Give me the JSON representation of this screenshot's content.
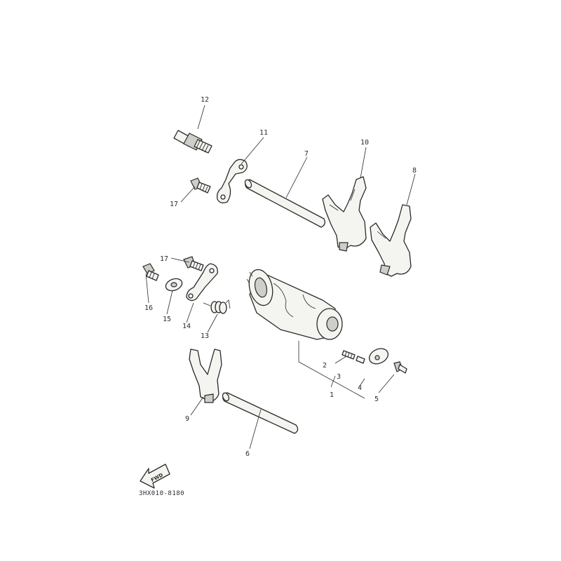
{
  "labels": {
    "p1": "1",
    "p2": "2",
    "p3": "3",
    "p4": "4",
    "p5": "5",
    "p6": "6",
    "p7": "7",
    "p8": "8",
    "p9": "9",
    "p10": "10",
    "p11": "11",
    "p12": "12",
    "p13": "13",
    "p14": "14",
    "p15": "15",
    "p16": "16",
    "p17a": "17",
    "p17b": "17"
  },
  "direction_marker": "FWD",
  "diagram_code": "3HX010-8180"
}
